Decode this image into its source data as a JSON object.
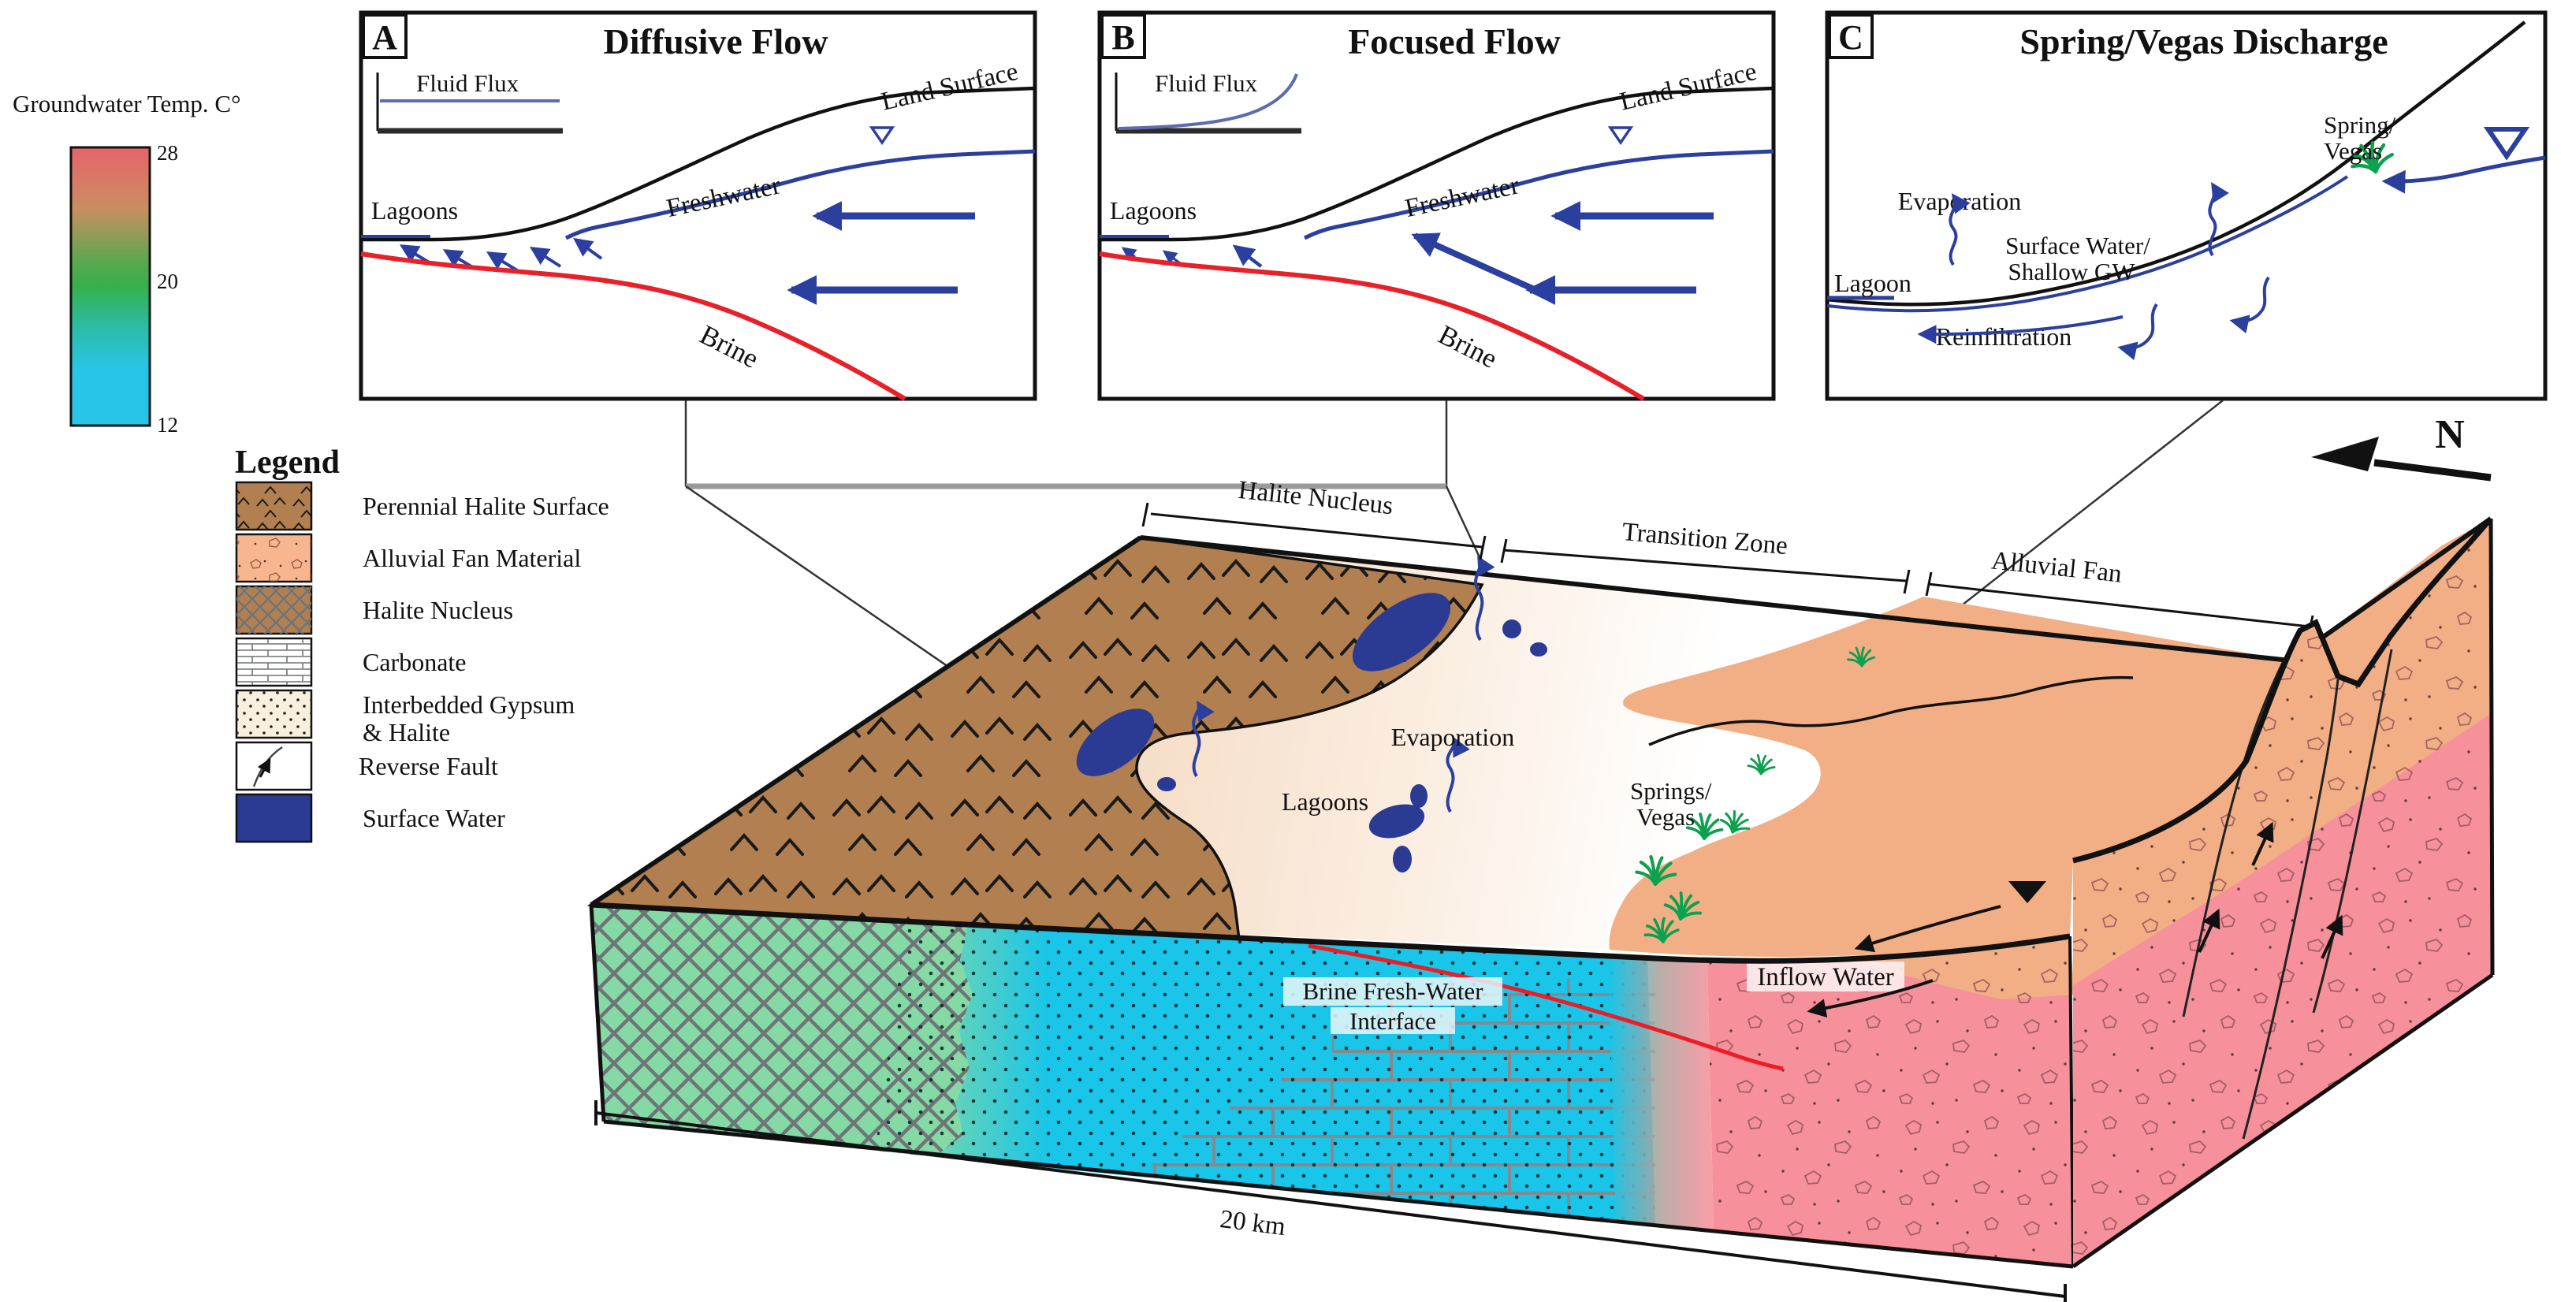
{
  "colorbar": {
    "title": "Groundwater Temp. C°",
    "tick_top": "28",
    "tick_mid": "20",
    "tick_bot": "12"
  },
  "legend": {
    "title": "Legend",
    "labels": [
      "Perennial Halite Surface",
      "Alluvial Fan Material",
      "Halite Nucleus",
      "Carbonate",
      "Interbedded Gypsum",
      "& Halite",
      "Reverse Fault",
      "Surface Water"
    ]
  },
  "panels": {
    "a": {
      "letter": "A",
      "title": "Diffusive Flow",
      "fluid_flux": "Fluid Flux",
      "land_surface": "Land Surface",
      "freshwater": "Freshwater",
      "lagoons": "Lagoons",
      "brine": "Brine"
    },
    "b": {
      "letter": "B",
      "title": "Focused Flow",
      "fluid_flux": "Fluid Flux",
      "land_surface": "Land Surface",
      "freshwater": "Freshwater",
      "lagoons": "Lagoons",
      "brine": "Brine"
    },
    "c": {
      "letter": "C",
      "title": "Spring/Vegas Discharge",
      "spring1": "Spring/",
      "spring2": "Vegas",
      "evaporation": "Evaporation",
      "surface_water1": "Surface Water/",
      "surface_water2": "Shallow GW",
      "lagoon": "Lagoon",
      "reinfiltration": "Reinfiltration"
    }
  },
  "block": {
    "bracket_halite": "Halite Nucleus",
    "bracket_transition": "Transition Zone",
    "bracket_fan": "Alluvial Fan",
    "evaporation": "Evaporation",
    "lagoons": "Lagoons",
    "springs1": "Springs/",
    "springs2": "Vegas",
    "inflow": "Inflow Water",
    "interface1": "Brine Fresh-Water",
    "interface2": "Interface",
    "scale": "20 km",
    "north": "N"
  },
  "colors": {
    "halite_brown": "#B28050",
    "fan_peach": "#F2AE85",
    "warm_pink": "#F6909B",
    "cold_cyan": "#19C5E8",
    "mid_green": "#85D9A5",
    "surface_water_blue": "#2B3B94",
    "flow_blue": "#2B3F9E",
    "brine_red": "#EE1C25",
    "temp_hot": "#E8636B",
    "temp_mid": "#35B04C",
    "temp_cold": "#29C5E9"
  }
}
